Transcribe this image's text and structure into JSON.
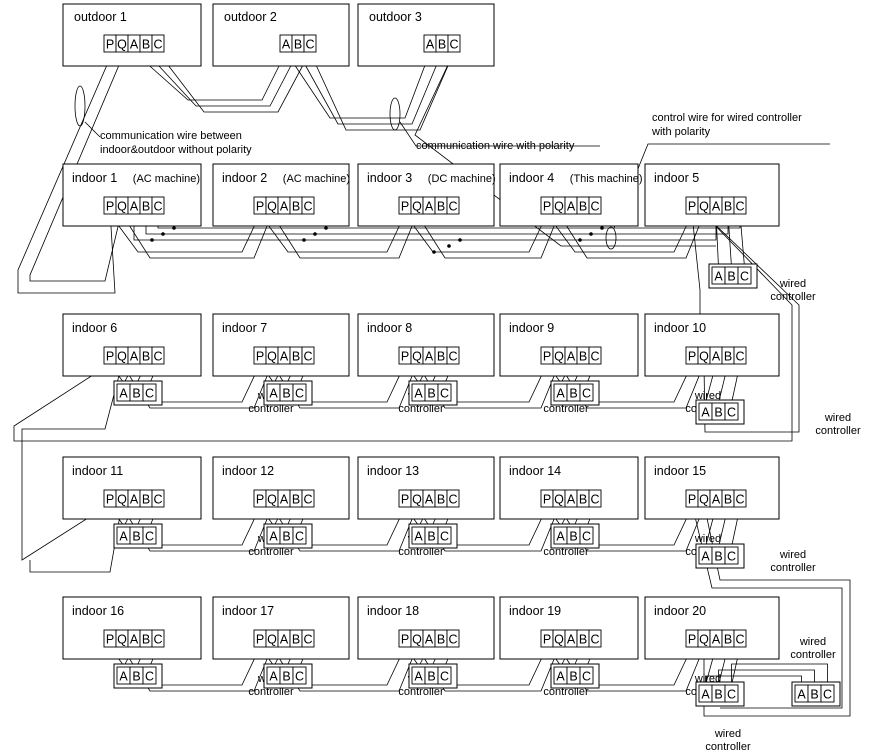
{
  "outdoor_units": [
    {
      "label": "outdoor 1",
      "terminals": [
        "P",
        "Q",
        "A",
        "B",
        "C"
      ]
    },
    {
      "label": "outdoor 2",
      "terminals": [
        "A",
        "B",
        "C"
      ]
    },
    {
      "label": "outdoor 3",
      "terminals": [
        "A",
        "B",
        "C"
      ]
    }
  ],
  "indoor_rows": [
    [
      {
        "label": "indoor 1",
        "sub": "(AC machine)",
        "terminals": [
          "P",
          "Q",
          "A",
          "B",
          "C"
        ]
      },
      {
        "label": "indoor 2",
        "sub": "(AC machine)",
        "terminals": [
          "P",
          "Q",
          "A",
          "B",
          "C"
        ]
      },
      {
        "label": "indoor 3",
        "sub": "(DC machine)",
        "terminals": [
          "P",
          "Q",
          "A",
          "B",
          "C"
        ]
      },
      {
        "label": "indoor 4",
        "sub": "(This machine)",
        "terminals": [
          "P",
          "Q",
          "A",
          "B",
          "C"
        ]
      },
      {
        "label": "indoor 5",
        "sub": "",
        "terminals": [
          "P",
          "Q",
          "A",
          "B",
          "C"
        ]
      }
    ],
    [
      {
        "label": "indoor 6",
        "sub": "",
        "terminals": [
          "P",
          "Q",
          "A",
          "B",
          "C"
        ]
      },
      {
        "label": "indoor 7",
        "sub": "",
        "terminals": [
          "P",
          "Q",
          "A",
          "B",
          "C"
        ]
      },
      {
        "label": "indoor 8",
        "sub": "",
        "terminals": [
          "P",
          "Q",
          "A",
          "B",
          "C"
        ]
      },
      {
        "label": "indoor 9",
        "sub": "",
        "terminals": [
          "P",
          "Q",
          "A",
          "B",
          "C"
        ]
      },
      {
        "label": "indoor 10",
        "sub": "",
        "terminals": [
          "P",
          "Q",
          "A",
          "B",
          "C"
        ]
      }
    ],
    [
      {
        "label": "indoor 11",
        "sub": "",
        "terminals": [
          "P",
          "Q",
          "A",
          "B",
          "C"
        ]
      },
      {
        "label": "indoor 12",
        "sub": "",
        "terminals": [
          "P",
          "Q",
          "A",
          "B",
          "C"
        ]
      },
      {
        "label": "indoor 13",
        "sub": "",
        "terminals": [
          "P",
          "Q",
          "A",
          "B",
          "C"
        ]
      },
      {
        "label": "indoor 14",
        "sub": "",
        "terminals": [
          "P",
          "Q",
          "A",
          "B",
          "C"
        ]
      },
      {
        "label": "indoor 15",
        "sub": "",
        "terminals": [
          "P",
          "Q",
          "A",
          "B",
          "C"
        ]
      }
    ],
    [
      {
        "label": "indoor 16",
        "sub": "",
        "terminals": [
          "P",
          "Q",
          "A",
          "B",
          "C"
        ]
      },
      {
        "label": "indoor 17",
        "sub": "",
        "terminals": [
          "P",
          "Q",
          "A",
          "B",
          "C"
        ]
      },
      {
        "label": "indoor 18",
        "sub": "",
        "terminals": [
          "P",
          "Q",
          "A",
          "B",
          "C"
        ]
      },
      {
        "label": "indoor 19",
        "sub": "",
        "terminals": [
          "P",
          "Q",
          "A",
          "B",
          "C"
        ]
      },
      {
        "label": "indoor 20",
        "sub": "",
        "terminals": [
          "P",
          "Q",
          "A",
          "B",
          "C"
        ]
      }
    ]
  ],
  "controller_terminals": [
    "A",
    "B",
    "C"
  ],
  "controller_label": [
    "wired",
    "controller"
  ],
  "annotations": {
    "no_polarity": [
      "communication wire between",
      "indoor&outdoor without polarity"
    ],
    "with_polarity": "communication wire with polarity",
    "control_wire": [
      "control wire for wired controller",
      "with polarity"
    ]
  }
}
